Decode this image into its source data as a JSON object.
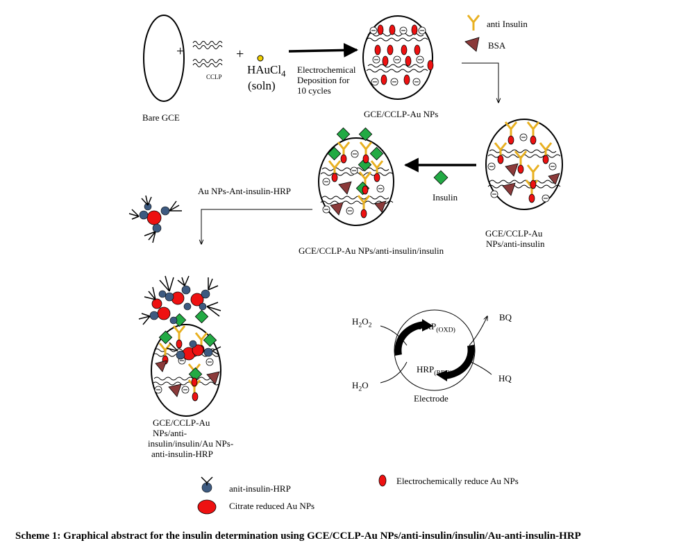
{
  "labels": {
    "ccl": "CCLP",
    "hauc_main": "HAuCl",
    "hauc_sub": "4",
    "soln": "(soln)",
    "bare_gce": "Bare GCE",
    "electrochem_1": "Electrochemical",
    "electrochem_2": "Deposition for",
    "electrochem_3": "10 cycles",
    "gce_ccl_au": "GCE/CCLP-Au NPs",
    "anti_insulin": "anti Insulin",
    "bsa": "BSA",
    "gce_anti_1": "GCE/CCLP-Au",
    "gce_anti_2": "NPs/anti-insulin",
    "insulin": "Insulin",
    "gce_insulin": "GCE/CCLP-Au NPs/anti-insulin/insulin",
    "au_hrp": "Au NPs-Ant-insulin-HRP",
    "final_1": "GCE/CCLP-Au",
    "final_2": "NPs/anti-",
    "final_3": "insulin/insulin/Au NPs-",
    "final_4": "anti-insulin-HRP",
    "h2o2_main": "H",
    "h2o2_sub1": "2",
    "h2o2_mid": "O",
    "h2o2_sub2": "2",
    "h2o_main": "H",
    "h2o_sub": "2",
    "h2o_end": "O",
    "hrp_oxd_main": "HRP",
    "hrp_oxd_sub": "(OXD)",
    "hrp_red_main": "HRP",
    "hrp_red_sub": "(RED)",
    "bq": "BQ",
    "hq": "HQ",
    "electrode": "Electrode"
  },
  "legend": {
    "anti_hrp": "anit-insulin-HRP",
    "citrate": "Citrate reduced Au NPs",
    "electro": "Electrochemically reduce Au NPs"
  },
  "caption": "Scheme 1: Graphical abstract for the insulin determination using GCE/CCLP-Au NPs/anti-insulin/insulin/Au-anti-insulin-HRP",
  "colors": {
    "au_red": "#ee1111",
    "insulin_green": "#22aa44",
    "antibody_gold": "#e8b020",
    "bsa_brown": "#8b3a3a",
    "hrp_blue": "#3d5a80",
    "hauc_yellow": "#f2d000"
  }
}
